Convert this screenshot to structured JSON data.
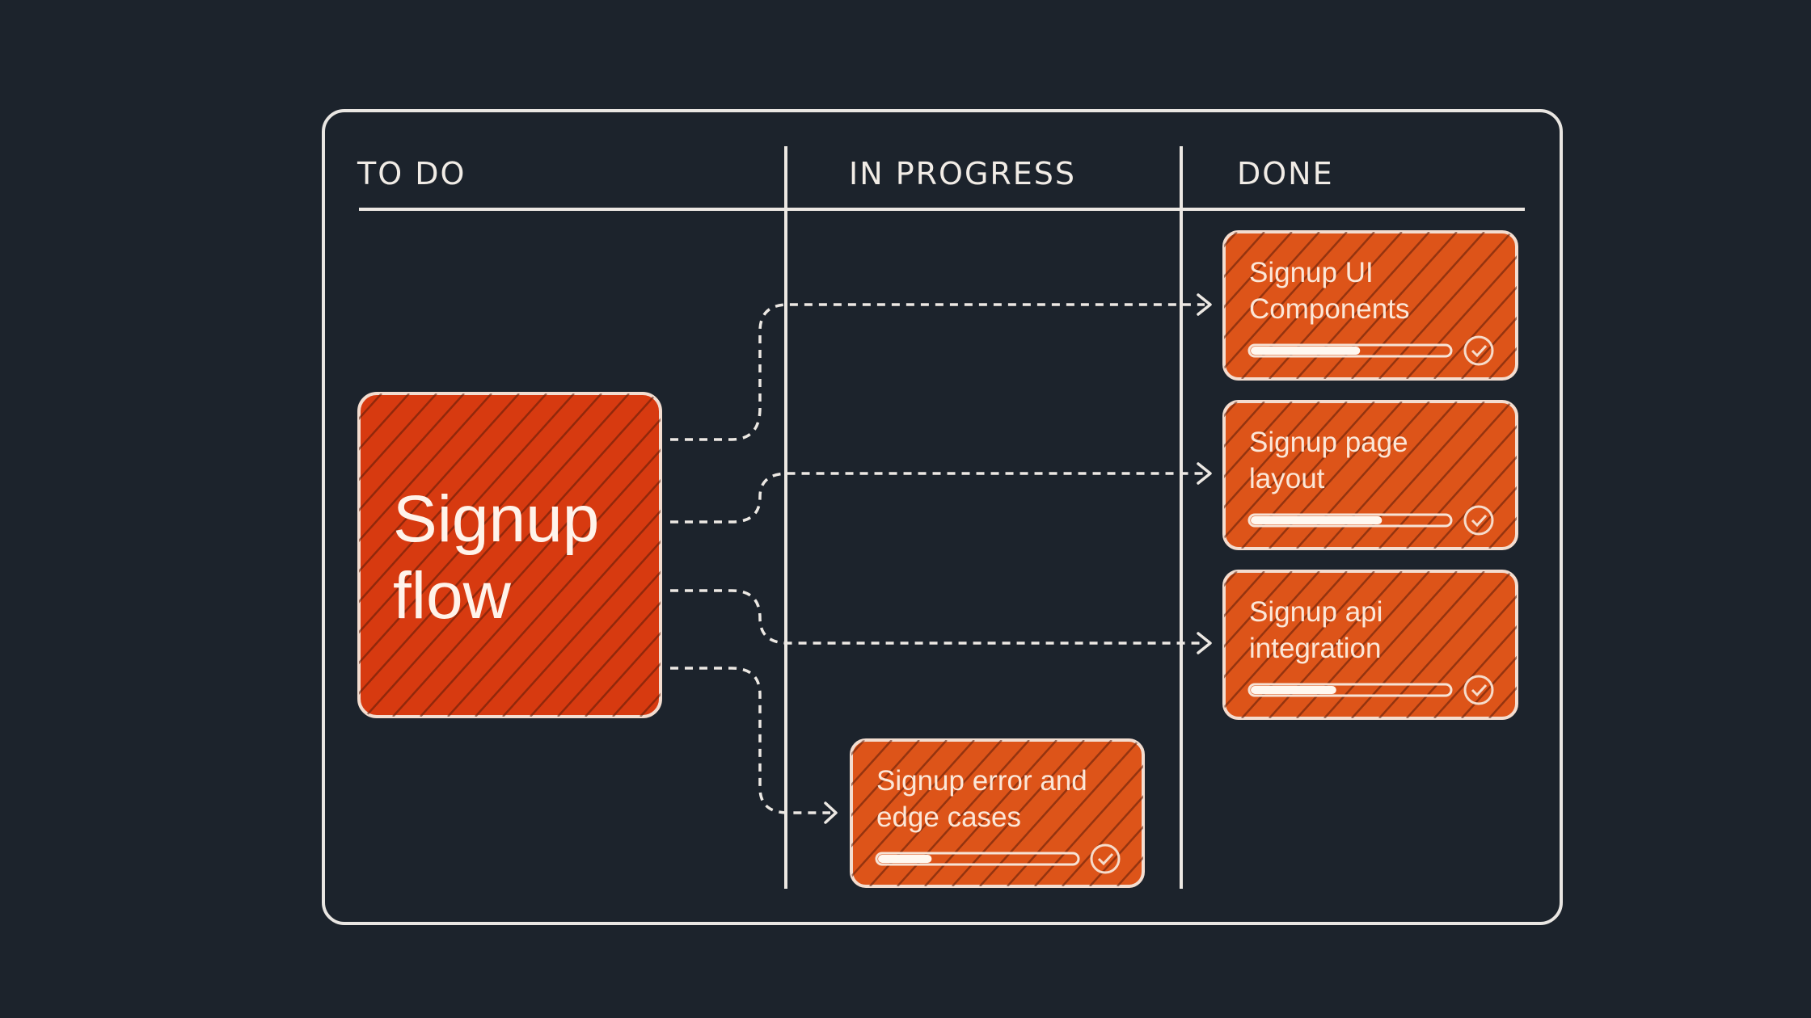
{
  "columns": [
    {
      "label": "TO DO"
    },
    {
      "label": "IN PROGRESS"
    },
    {
      "label": "DONE"
    }
  ],
  "epic": {
    "line1": "Signup",
    "line2": "flow"
  },
  "tasks": [
    {
      "line1": "Signup UI",
      "line2": "Components",
      "status": "DONE",
      "progress": 0.55
    },
    {
      "line1": "Signup page",
      "line2": "layout",
      "status": "DONE",
      "progress": 0.66
    },
    {
      "line1": "Signup api",
      "line2": "integration",
      "status": "DONE",
      "progress": 0.43
    },
    {
      "line1": "Signup error and",
      "line2": "edge cases",
      "status": "IN PROGRESS",
      "progress": 0.27
    }
  ],
  "colors": {
    "background": "#1c232c",
    "card": "#dd5419",
    "epic": "#d73a10",
    "line": "#ece8e3"
  }
}
